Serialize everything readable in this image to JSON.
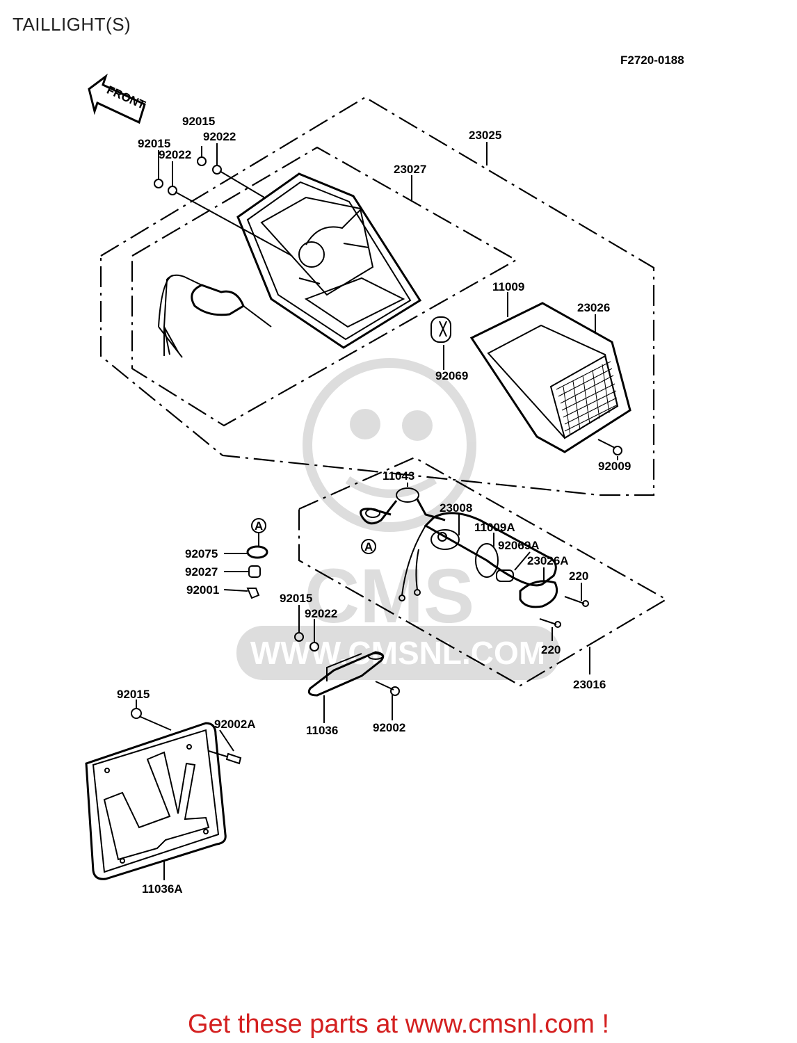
{
  "header": {
    "title": "TAILLIGHT(S)",
    "figure_code": "F2720-0188"
  },
  "front_arrow_label": "FRONT",
  "callouts": {
    "a_upper": "A",
    "a_lower": "A"
  },
  "watermark": {
    "brand": "CMS",
    "url": "WWW.CMSNL.COM"
  },
  "parts": {
    "p23025": "23025",
    "p23027": "23027",
    "p92015_a": "92015",
    "p92022_a": "92022",
    "p92015_b": "92015",
    "p92022_b": "92022",
    "p11009": "11009",
    "p23026": "23026",
    "p92069": "92069",
    "p92009": "92009",
    "p11043": "11043",
    "p23008": "23008",
    "p11009A": "11009A",
    "p92069A": "92069A",
    "p23026A": "23026A",
    "p220_a": "220",
    "p220_b": "220",
    "p23016": "23016",
    "p92075": "92075",
    "p92027": "92027",
    "p92001": "92001",
    "p92015_c": "92015",
    "p92022_c": "92022",
    "p11036": "11036",
    "p92002": "92002",
    "p92015_d": "92015",
    "p92002A": "92002A",
    "p11036A": "11036A"
  },
  "footer": {
    "text": "Get these parts at www.cmsnl.com !"
  }
}
